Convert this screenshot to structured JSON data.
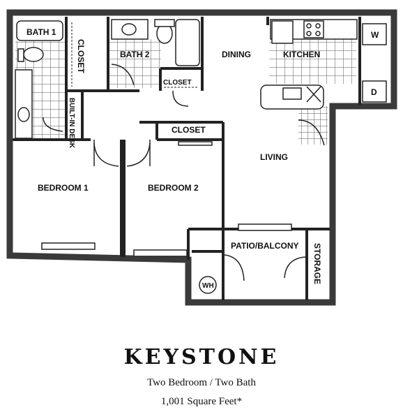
{
  "rooms": {
    "bath1": "BATH 1",
    "closet_hall": "CLOSET",
    "bath2": "BATH 2",
    "dining": "DINING",
    "kitchen": "KITCHEN",
    "washer": "W",
    "dryer": "D",
    "closet_bath2": "CLOSET",
    "builtin_desk": "BUILT-IN DESK",
    "closet_bed2": "CLOSET",
    "living": "LIVING",
    "bedroom1": "BEDROOM 1",
    "bedroom2": "BEDROOM 2",
    "patio": "PATIO/BALCONY",
    "storage": "STORAGE",
    "water_heater": "WH"
  },
  "plan": {
    "name": "KEYSTONE",
    "subtitle": "Two Bedroom / Two Bath",
    "area": "1,001 Square Feet*"
  },
  "colors": {
    "wall": "#3a3a3a",
    "tile": "#555555",
    "ink": "#111111"
  }
}
